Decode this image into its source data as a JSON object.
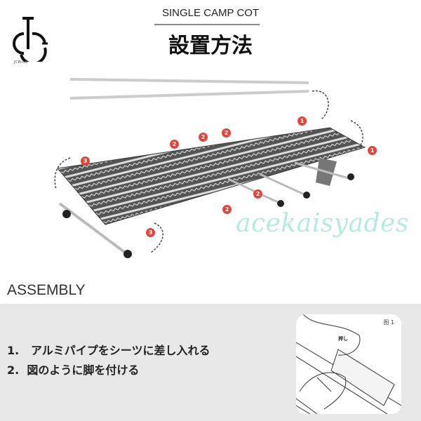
{
  "brand": {
    "logo_text": "JCBrise"
  },
  "header": {
    "subtitle": "SINGLE CAMP COT",
    "title": "設置方法"
  },
  "diagram": {
    "badges": [
      "1",
      "1",
      "3",
      "2",
      "2",
      "2",
      "2",
      "2",
      "3"
    ],
    "badge_color": "#e2453c"
  },
  "watermark": "acekaisyades",
  "assembly": {
    "heading": "ASSEMBLY",
    "steps": [
      {
        "num": "1.",
        "text": "アルミパイプをシーツに差し入れる"
      },
      {
        "num": "2.",
        "text": "図のように脚を付ける"
      }
    ],
    "figure": {
      "label": "图 1",
      "push_label": "押し"
    },
    "panel_color": "#e8e8e8"
  }
}
